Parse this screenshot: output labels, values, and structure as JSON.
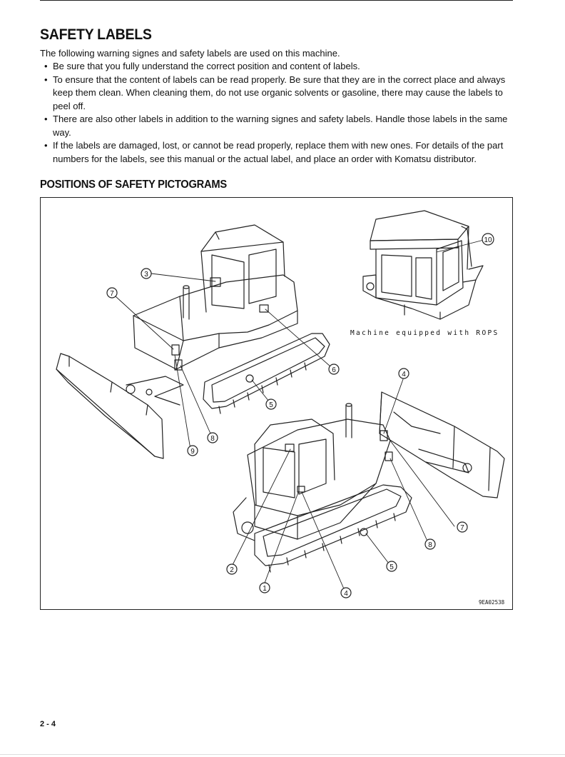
{
  "section": {
    "title": "SAFETY LABELS",
    "intro": "The following warning signes and safety labels are used on this machine.",
    "bullets": [
      "Be sure that you fully understand the correct position and content of labels.",
      "To ensure that the content of labels can be read properly. Be sure that they are in the correct place and always keep them clean. When cleaning them, do not use organic solvents or gasoline, there may cause the labels to peel off.",
      "There are also other labels in addition to the warning signes and safety labels. Handle those labels in the same way.",
      "If the labels are damaged, lost, or cannot be read properly, replace them with new ones. For details of the part numbers for the labels, see this manual or the actual label, and place an order with Komatsu distributor."
    ]
  },
  "subsection": {
    "title": "POSITIONS OF SAFETY PICTOGRAMS"
  },
  "figure": {
    "caption_rops": "Machine equipped with ROPS",
    "figure_id": "9EA02538",
    "callouts": [
      "3",
      "7",
      "6",
      "5",
      "8",
      "9",
      "10",
      "4",
      "7",
      "8",
      "5",
      "2",
      "1",
      "4"
    ]
  },
  "footer": {
    "page_number": "2 - 4"
  }
}
